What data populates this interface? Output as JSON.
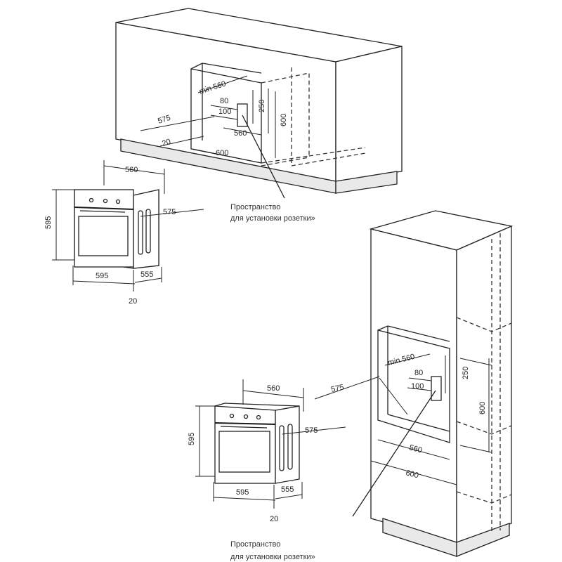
{
  "top": {
    "niche": {
      "min_width": "min 560",
      "depth_575": "575",
      "gap_20": "20",
      "width_600": "600",
      "inner_560": "560",
      "h_80": "80",
      "h_100": "100",
      "h_250": "250",
      "h_600": "600"
    },
    "oven": {
      "width_top": "560",
      "height": "595",
      "depth": "575",
      "width_bottom": "595",
      "depth_bottom": "555",
      "front": "20"
    },
    "caption_line1": "Пространство",
    "caption_line2": "для установки розетки»"
  },
  "bottom": {
    "niche": {
      "min_width": "min 560",
      "depth_575": "575",
      "inner_560": "560",
      "width_600": "600",
      "h_80": "80",
      "h_100": "100",
      "h_250": "250",
      "h_600": "600"
    },
    "oven": {
      "width_top": "560",
      "height": "595",
      "depth": "575",
      "width_bottom": "595",
      "depth_bottom": "555",
      "front": "20"
    },
    "caption_line1": "Пространство",
    "caption_line2": "для установки розетки»"
  }
}
